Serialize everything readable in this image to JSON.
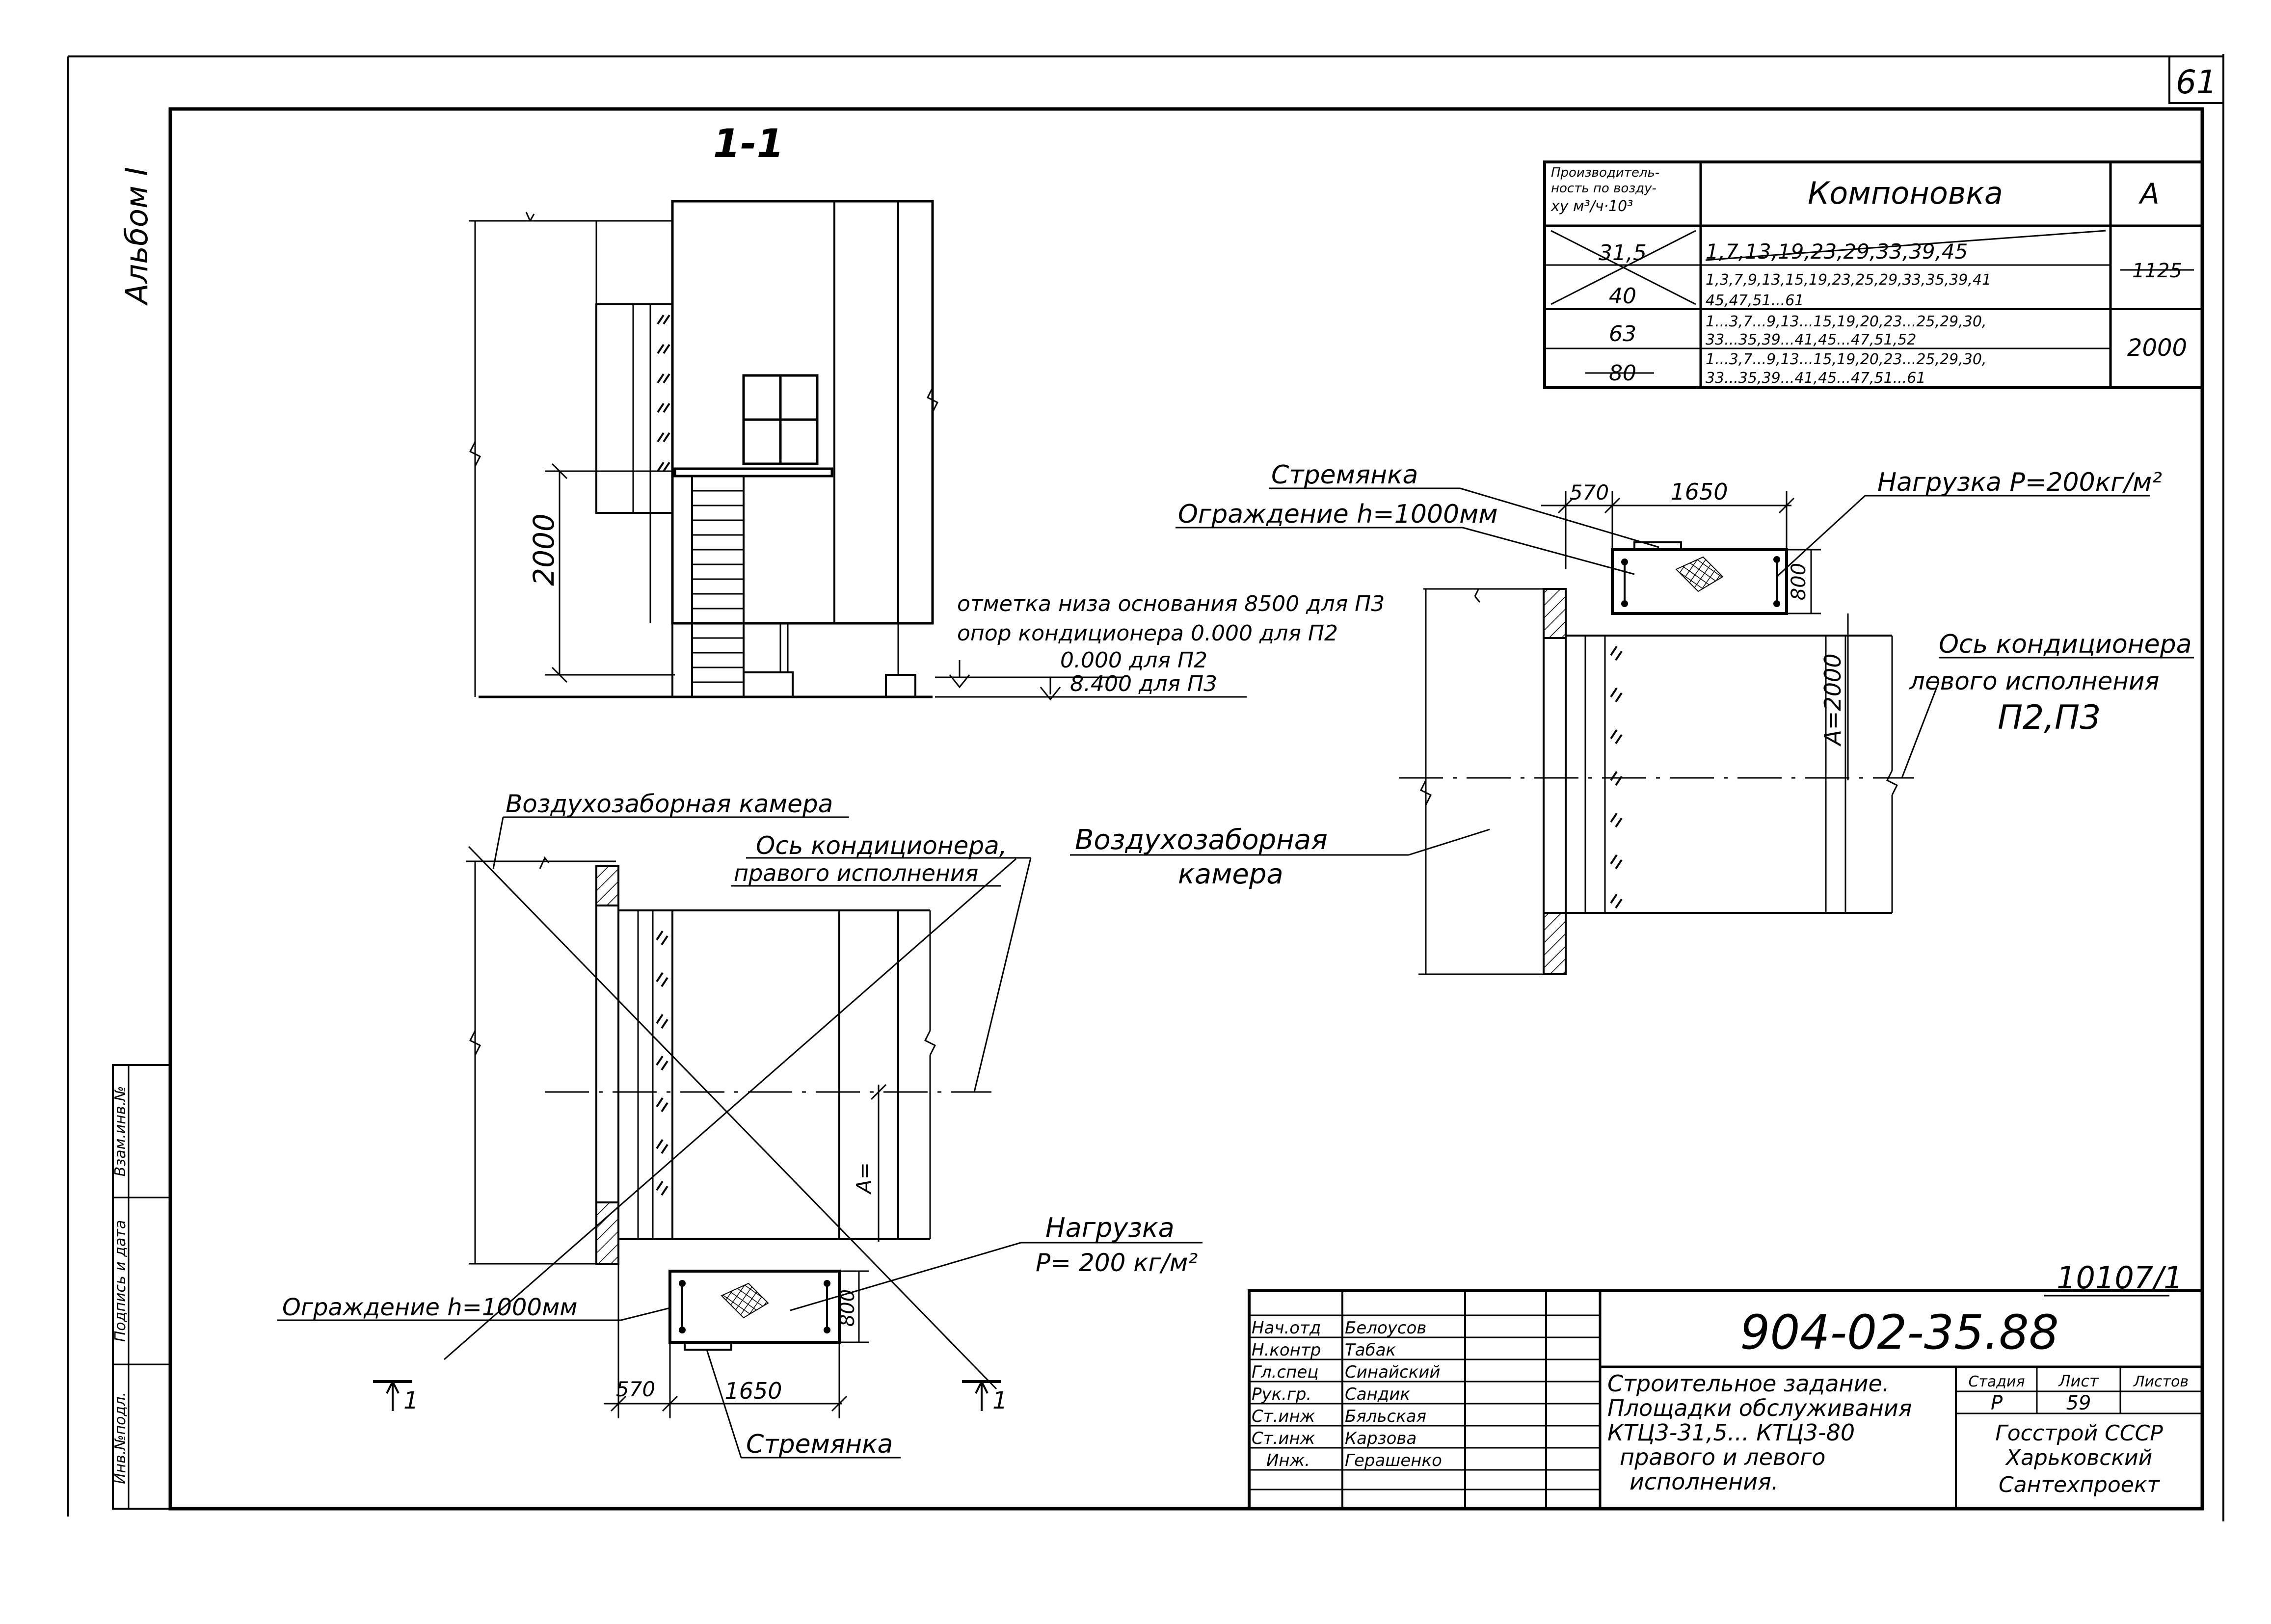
{
  "page_number": "61",
  "album_label": "Альбом I",
  "section_label": "1-1",
  "left_strip": {
    "inv_no_orig": "Инв.№подл.",
    "signature_date": "Подпись и дата",
    "replaces_inv": "Взам.инв.№"
  },
  "dimensions": {
    "d2000": "2000",
    "d570": "570",
    "d1650": "1650",
    "d800": "800",
    "a2000": "А=2000",
    "a_eq": "А="
  },
  "section_notes": {
    "line1": "отметка низа основания 8500 для П3",
    "line2": "опор кондиционера 0.000 для П2",
    "line3": "0.000 для П2",
    "line4": "8.400 для П3"
  },
  "right_plan": {
    "ladder": "Стремянка",
    "railing": "Ограждение h=1000мм",
    "load": "Нагрузка P=200кг/м²",
    "axis_line1": "Ось кондиционера",
    "axis_line2": "левого исполнения",
    "axis_line3": "П2,П3",
    "chamber_line1": "Воздухозаборная",
    "chamber_line2": "камера"
  },
  "left_plan": {
    "chamber": "Воздухозаборная камера",
    "axis_line1": "Ось кондиционера,",
    "axis_line2": "правого исполнения",
    "load_line1": "Нагрузка",
    "load_line2": "P= 200 кг/м²",
    "railing": "Ограждение h=1000мм",
    "ladder": "Стремянка",
    "cut_left": "1",
    "cut_right": "1"
  },
  "layout_table": {
    "header_capacity": [
      "Производитель-",
      "ность по возду-",
      "ху м³/ч·10³"
    ],
    "header_layout": "Компоновка",
    "header_a": "А",
    "rows": [
      {
        "capacity": "31,5",
        "layout": [
          "1,7,13,19,23,29,33,39,45"
        ]
      },
      {
        "capacity": "40",
        "layout": [
          "1,3,7,9,13,15,19,23,25,29,33,35,39,41",
          "45,47,51...61"
        ]
      },
      {
        "capacity": "63",
        "layout": [
          "1...3,7...9,13...15,19,20,23...25,29,30,",
          "33...35,39...41,45...47,51,52"
        ]
      },
      {
        "capacity": "80",
        "layout": [
          "1...3,7...9,13...15,19,20,23...25,29,30,",
          "33...35,39...41,45...47,51...61"
        ]
      }
    ],
    "a_values": [
      "1125",
      "2000"
    ]
  },
  "drawing_number_top": "10107/1",
  "title_block": {
    "designation": "904-02-35.88",
    "title_lines": [
      "Строительное задание.",
      "Площадки обслуживания",
      "КТЦ3-31,5... КТЦ3-80",
      "правого и левого",
      "исполнения."
    ],
    "stage_header": "Стадия",
    "sheet_header": "Лист",
    "sheets_header": "Листов",
    "stage": "Р",
    "sheet": "59",
    "org_lines": [
      "Госстрой СССР",
      "Харьковский",
      "Сантехпроект"
    ],
    "staff": [
      {
        "role": "Нач.отд",
        "name": "Белоусов"
      },
      {
        "role": "Н.контр",
        "name": "Табак"
      },
      {
        "role": "Гл.спец",
        "name": "Синайский"
      },
      {
        "role": "Рук.гр.",
        "name": "Сандик"
      },
      {
        "role": "Ст.инж",
        "name": "Бяльская"
      },
      {
        "role": "Ст.инж",
        "name": "Карзова"
      },
      {
        "role": "Инж.",
        "name": "Герашенко"
      }
    ]
  }
}
